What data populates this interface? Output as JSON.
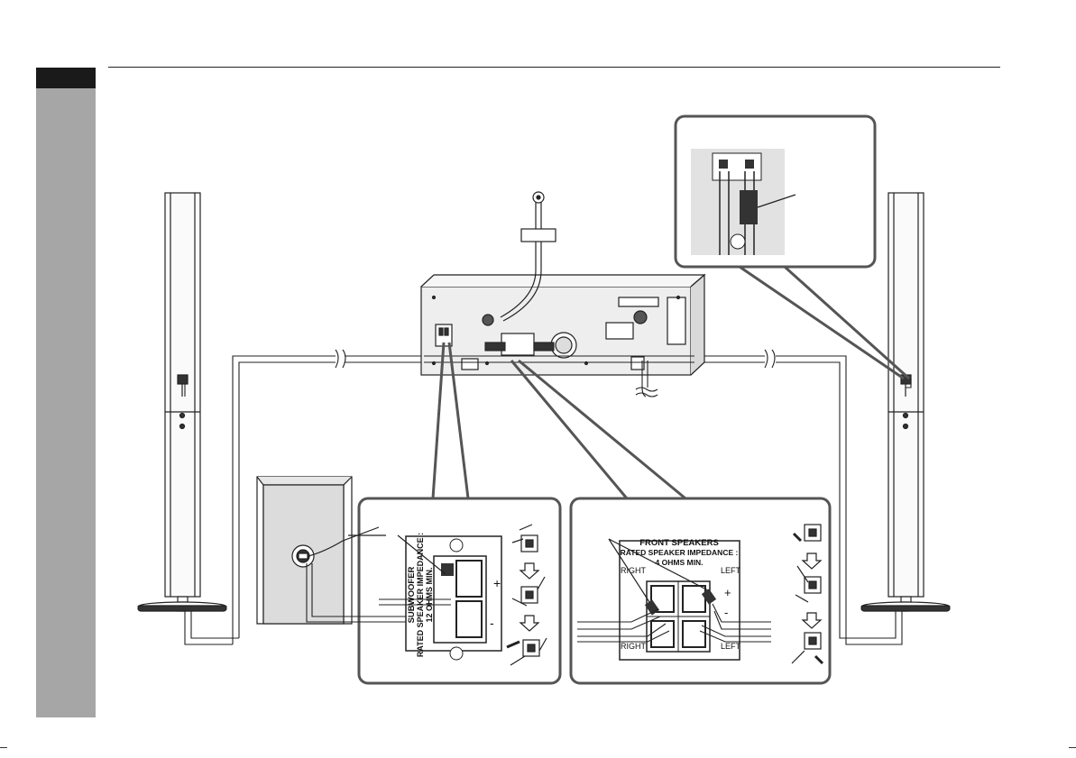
{
  "subwoofer_terminal": {
    "label_line1": "SUBWOOFER",
    "label_line2": "RATED SPEAKER IMPEDANCE :",
    "label_line3": "12 OHMS MIN.",
    "plus": "+",
    "minus": "-"
  },
  "front_terminal": {
    "title": "FRONT SPEAKERS",
    "impedance_line1": "RATED SPEAKER IMPEDANCE :",
    "impedance_line2": "4 OHMS MIN.",
    "right_top": "RIGHT",
    "left_top": "LEFT",
    "right_bottom": "RIGHT",
    "left_bottom": "LEFT",
    "plus": "+",
    "minus": "-"
  },
  "colors": {
    "sidebar": "#a6a6a6",
    "tab": "#1a1a1a",
    "line": "#222222",
    "callout_border": "#555555"
  }
}
